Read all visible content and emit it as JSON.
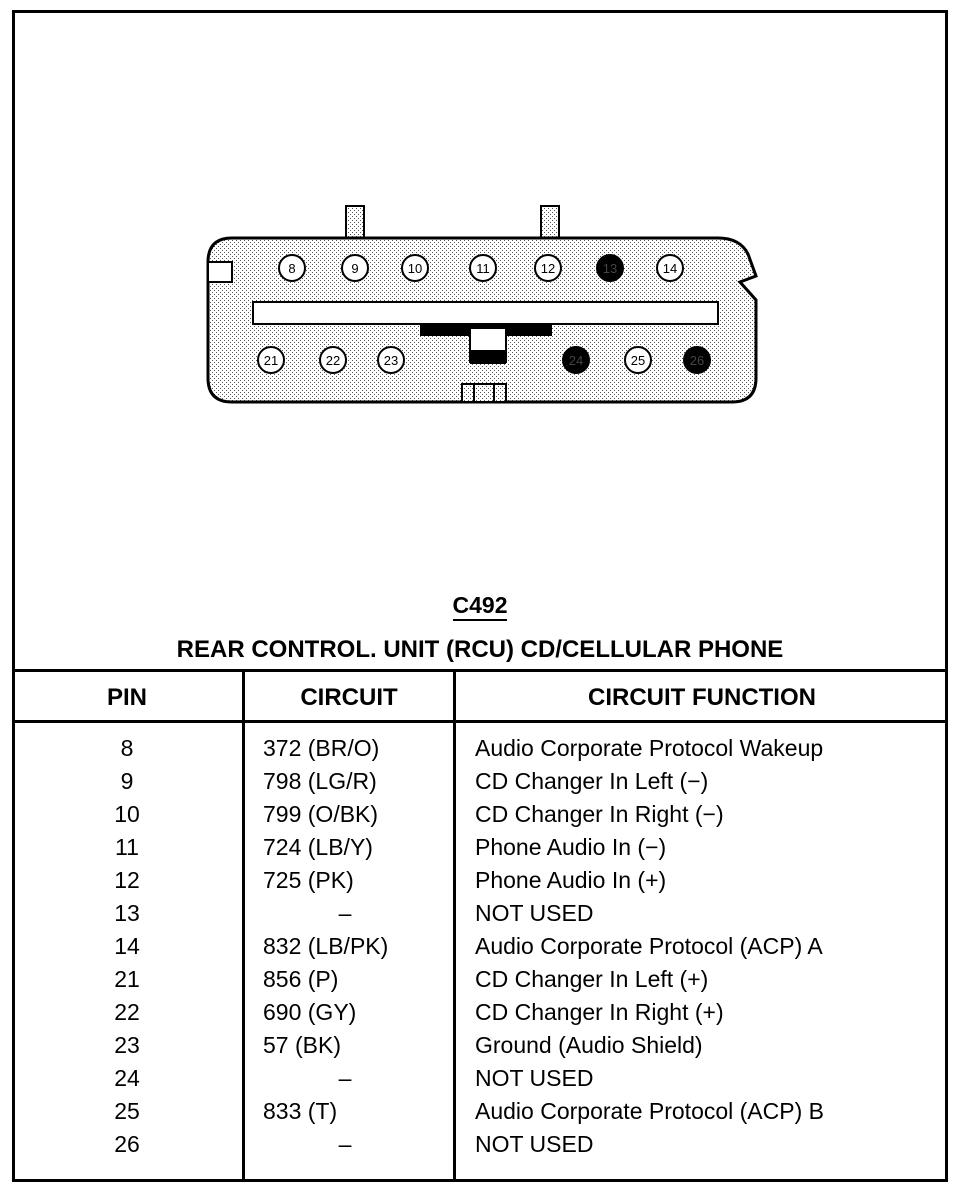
{
  "connector": {
    "id": "C492",
    "description": "REAR CONTROL. UNIT (RCU) CD/CELLULAR PHONE",
    "top_row_pins": [
      {
        "label": "8",
        "filled": false
      },
      {
        "label": "9",
        "filled": false
      },
      {
        "label": "10",
        "filled": false
      },
      {
        "label": "11",
        "filled": false
      },
      {
        "label": "12",
        "filled": false
      },
      {
        "label": "13",
        "filled": true
      },
      {
        "label": "14",
        "filled": false
      }
    ],
    "bottom_row_pins": [
      {
        "label": "21",
        "filled": false
      },
      {
        "label": "22",
        "filled": false
      },
      {
        "label": "23",
        "filled": false
      },
      {
        "label": "24",
        "filled": true
      },
      {
        "label": "25",
        "filled": false
      },
      {
        "label": "26",
        "filled": true
      }
    ]
  },
  "table": {
    "headers": {
      "pin": "PIN",
      "circuit": "CIRCUIT",
      "function": "CIRCUIT FUNCTION"
    },
    "rows": [
      {
        "pin": "8",
        "circuit": "372 (BR/O)",
        "function": "Audio Corporate Protocol Wakeup"
      },
      {
        "pin": "9",
        "circuit": "798 (LG/R)",
        "function": "CD Changer In Left (−)"
      },
      {
        "pin": "10",
        "circuit": "799 (O/BK)",
        "function": "CD Changer In Right (−)"
      },
      {
        "pin": "11",
        "circuit": "724 (LB/Y)",
        "function": "Phone Audio In (−)"
      },
      {
        "pin": "12",
        "circuit": "725 (PK)",
        "function": "Phone Audio In (+)"
      },
      {
        "pin": "13",
        "circuit": "–",
        "function": "NOT USED"
      },
      {
        "pin": "14",
        "circuit": "832 (LB/PK)",
        "function": "Audio Corporate Protocol (ACP) A"
      },
      {
        "pin": "21",
        "circuit": "856 (P)",
        "function": "CD Changer In Left (+)"
      },
      {
        "pin": "22",
        "circuit": "690 (GY)",
        "function": "CD Changer In Right (+)"
      },
      {
        "pin": "23",
        "circuit": "57 (BK)",
        "function": "Ground (Audio Shield)"
      },
      {
        "pin": "24",
        "circuit": "–",
        "function": "NOT USED"
      },
      {
        "pin": "25",
        "circuit": "833 (T)",
        "function": "Audio Corporate Protocol (ACP) B"
      },
      {
        "pin": "26",
        "circuit": "–",
        "function": "NOT USED"
      }
    ]
  }
}
